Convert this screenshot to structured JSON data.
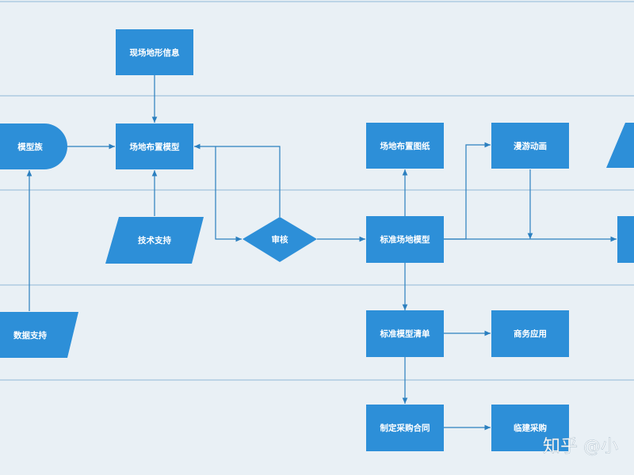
{
  "colors": {
    "background": "#e9f0f5",
    "node_fill": "#2d8fd8",
    "node_text": "#ffffff",
    "edge": "#2b7fbf",
    "lane_line": "#8fb8d8"
  },
  "nodes": {
    "terrain_info": "现场地形信息",
    "model_family": "模型族",
    "site_layout_model": "场地布置模型",
    "tech_support": "技术支持",
    "data_support": "数据支持",
    "review": "审核",
    "site_layout_drawing": "场地布置图纸",
    "roaming_animation": "漫游动画",
    "standard_site_model": "标准场地模型",
    "standard_model_list": "标准模型清单",
    "business_application": "商务应用",
    "purchase_contract": "制定采购合同",
    "temporary_purchase": "临建采购"
  },
  "watermark": {
    "text": "知乎 @小"
  }
}
